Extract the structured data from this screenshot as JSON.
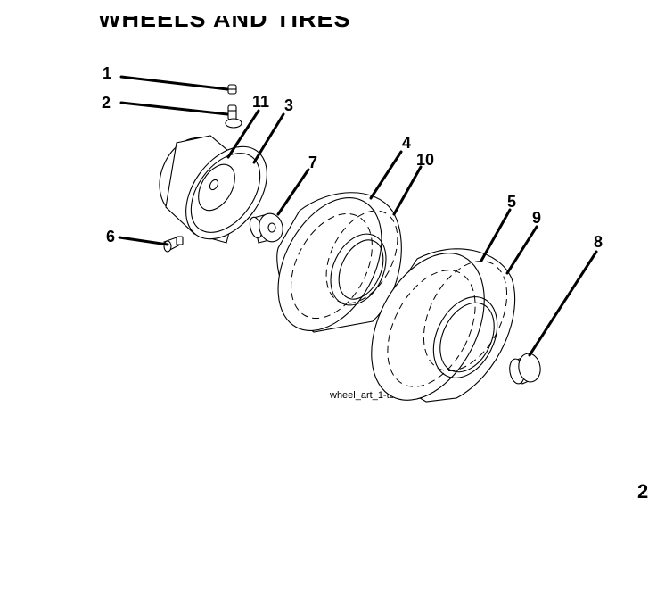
{
  "title": "WHEELS AND TIRES",
  "caption": "wheel_art_1-tex",
  "page_number": "2",
  "callouts": {
    "c1": "1",
    "c2": "2",
    "c3": "3",
    "c4": "4",
    "c5": "5",
    "c6": "6",
    "c7": "7",
    "c8": "8",
    "c9": "9",
    "c10": "10",
    "c11": "11"
  }
}
